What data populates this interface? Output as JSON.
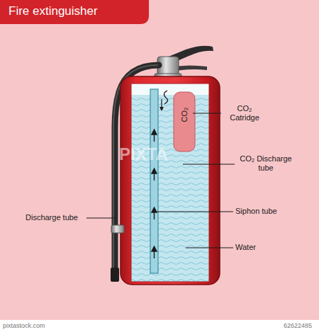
{
  "diagram": {
    "title": "Fire extinguisher",
    "nodes": [
      {
        "text": [
          "CO₂"
        ]
      }
    ],
    "labels": [
      "CO₂ Catridge",
      "CO₂ Discharge tube",
      "Discharge tube",
      "Siphon tube",
      "Water",
      "PIXTA",
      "pixtastock.com",
      "62622485"
    ]
  }
}
